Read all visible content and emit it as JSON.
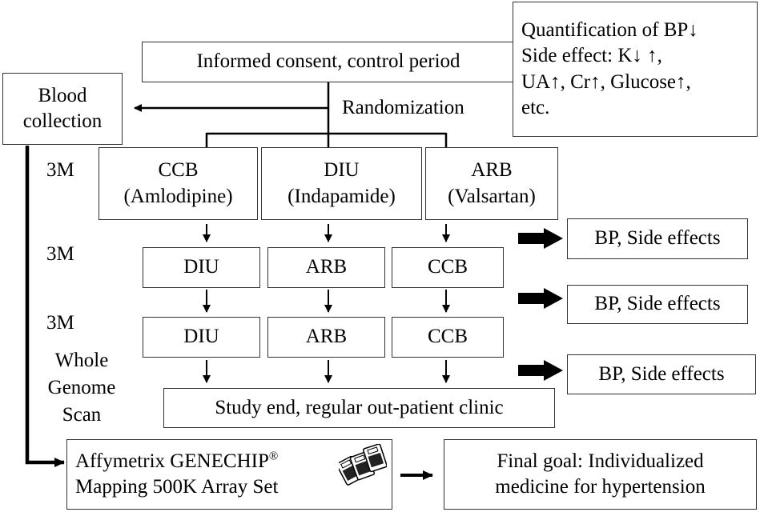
{
  "consent": "Informed consent, control period",
  "randomization": "Randomization",
  "blood_collection": [
    "Blood",
    "collection"
  ],
  "outcomes_box": [
    "Quantification of BP↓",
    "Side effect: K↓ ↑,",
    "UA↑, Cr↑, Glucose↑,",
    "etc."
  ],
  "period_labels": [
    "3M",
    "3M",
    "3M"
  ],
  "whole_genome": [
    "Whole",
    "Genome",
    "Scan"
  ],
  "phase1": [
    {
      "line1": "CCB",
      "line2": "(Amlodipine)"
    },
    {
      "line1": "DIU",
      "line2": "(Indapamide)"
    },
    {
      "line1": "ARB",
      "line2": "(Valsartan)"
    }
  ],
  "phase2": [
    "DIU",
    "ARB",
    "CCB"
  ],
  "phase3": [
    "DIU",
    "ARB",
    "CCB"
  ],
  "evaluation": [
    "BP, Side effects",
    "BP, Side effects",
    "BP, Side effects"
  ],
  "study_end": "Study end, regular out-patient clinic",
  "affymetrix": {
    "line1": "Affymetrix GENECHIP",
    "registered": "®",
    "line2": "Mapping 500K Array Set"
  },
  "final_goal": [
    "Final goal: Individualized",
    "medicine for hypertension"
  ]
}
